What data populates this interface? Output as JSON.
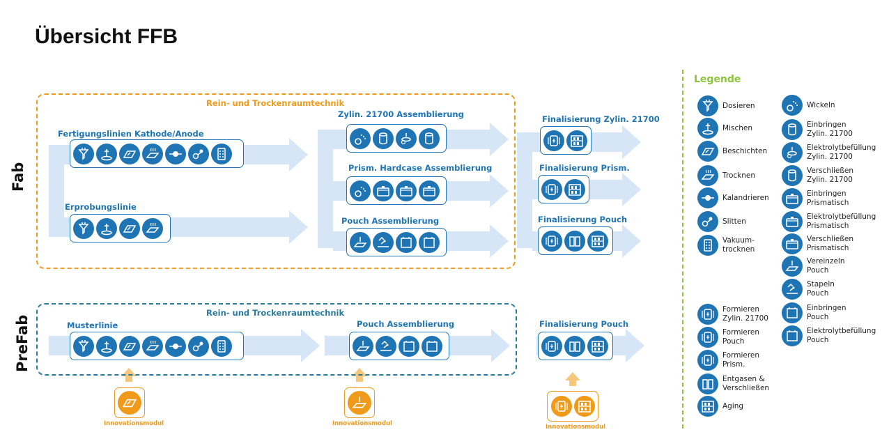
{
  "title": "Übersicht FFB",
  "side_labels": {
    "fab": "Fab",
    "prefab": "PreFab"
  },
  "colors": {
    "blue": "#1f74b4",
    "orange": "#f09a1b",
    "teal_dash": "#2a7aa0",
    "arrow": "#d6e6f6",
    "green": "#8cc43c"
  },
  "fab": {
    "box_label": "Rein- und Trockenraumtechnik",
    "sections": {
      "kathode": "Fertigungslinien Kathode/Anode",
      "erprobung": "Erprobungslinie",
      "zylin": "Zylin. 21700 Assemblierung",
      "prism": "Prism. Hardcase Assemblierung",
      "pouch": "Pouch Assemblierung",
      "fin_zylin": "Finalisierung Zylin. 21700",
      "fin_prism": "Finalisierung Prism.",
      "fin_pouch": "Finalisierung Pouch"
    }
  },
  "prefab": {
    "box_label": "Rein- und Trockenraumtechnik",
    "sections": {
      "muster": "Musterlinie",
      "pouch": "Pouch Assemblierung",
      "fin_pouch": "Finalisierung Pouch"
    }
  },
  "innovation": [
    "Innovationsmodul",
    "Innovationsmodul",
    "Innovationsmodul"
  ],
  "legend": {
    "title": "Legende",
    "left": [
      {
        "icon": "dosing-icon",
        "label": "Dosieren"
      },
      {
        "icon": "mixing-icon",
        "label": "Mischen"
      },
      {
        "icon": "coating-icon",
        "label": "Beschichten"
      },
      {
        "icon": "drying-icon",
        "label": "Trocknen"
      },
      {
        "icon": "calendering-icon",
        "label": "Kalandrieren"
      },
      {
        "icon": "slitting-icon",
        "label": "Slitten"
      },
      {
        "icon": "vacuum-drying-icon",
        "label": "Vakuum-\ntrocknen"
      },
      {
        "icon": "forming-cyl-icon",
        "label": "Formieren\nZylin. 21700"
      },
      {
        "icon": "forming-pouch-icon",
        "label": "Formieren\nPouch"
      },
      {
        "icon": "forming-prism-icon",
        "label": "Formieren\nPrism."
      },
      {
        "icon": "degassing-icon",
        "label": "Entgasen &\nVerschließen"
      },
      {
        "icon": "aging-icon",
        "label": "Aging"
      }
    ],
    "right": [
      {
        "icon": "winding-icon",
        "label": "Wickeln"
      },
      {
        "icon": "insert-cyl-icon",
        "label": "Einbringen\nZylin. 21700"
      },
      {
        "icon": "electrolyte-cyl-icon",
        "label": "Elektrolytbefüllung\nZylin. 21700"
      },
      {
        "icon": "seal-cyl-icon",
        "label": "Verschließen\nZylin. 21700"
      },
      {
        "icon": "insert-prism-icon",
        "label": "Einbringen\nPrismatisch"
      },
      {
        "icon": "electrolyte-prism-icon",
        "label": "Elektrolytbefüllung\nPrismatisch"
      },
      {
        "icon": "seal-prism-icon",
        "label": "Verschließen\nPrismatisch"
      },
      {
        "icon": "separate-pouch-icon",
        "label": "Vereinzeln\nPouch"
      },
      {
        "icon": "stack-pouch-icon",
        "label": "Stapeln\nPouch"
      },
      {
        "icon": "insert-pouch-icon",
        "label": "Einbringen\nPouch"
      },
      {
        "icon": "electrolyte-pouch-icon",
        "label": "Elektrolytbefüllung\nPouch"
      }
    ]
  }
}
